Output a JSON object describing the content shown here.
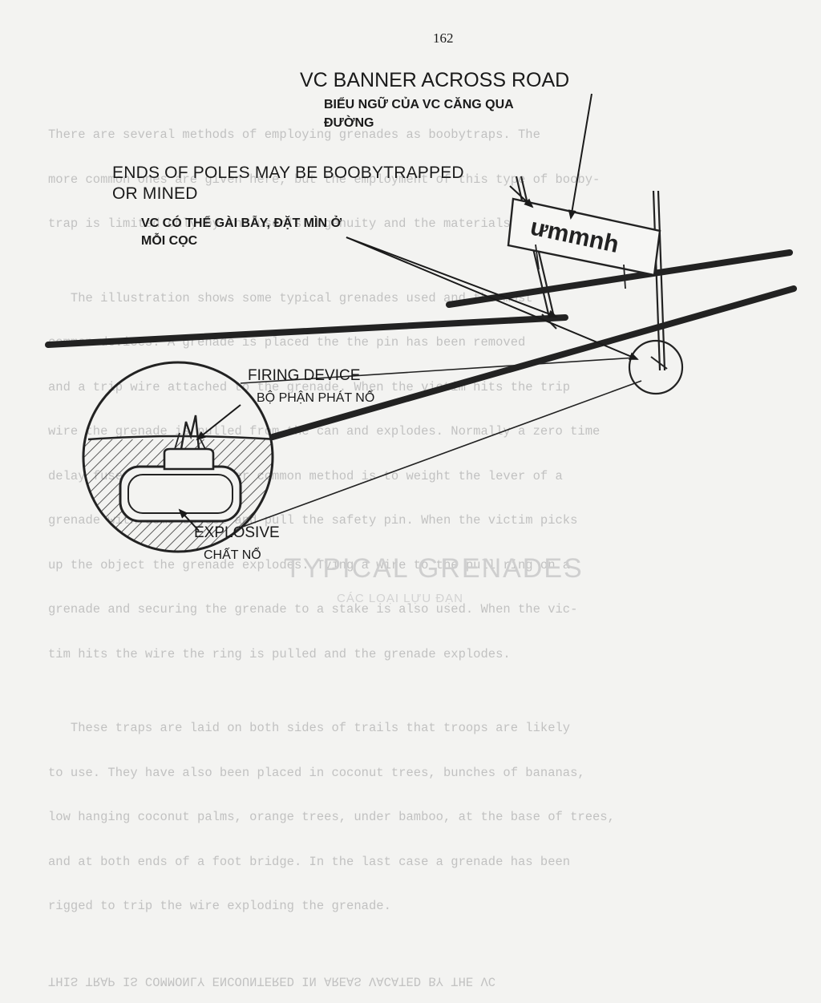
{
  "page": {
    "number": "162"
  },
  "labels": {
    "banner": {
      "en": "VC BANNER ACROSS ROAD",
      "vn_line1": "BIỂU NGỮ CỦA VC CĂNG QUA",
      "vn_line2": "ĐƯỜNG"
    },
    "poles": {
      "en_line1": "ENDS OF POLES MAY BE BOOBYTRAPPED",
      "en_line2": "OR MINED",
      "vn_line1": "VC CÓ THỂ GÀI BẪY, ĐẶT MÌN Ở",
      "vn_line2": "MỖI CỌC"
    },
    "firing": {
      "en": "FIRING DEVICE",
      "vn": "BỘ PHẬN PHÁT NỔ"
    },
    "explosive": {
      "en": "EXPLOSIVE",
      "vn": "CHẤT NỔ"
    }
  },
  "show_through": {
    "lines": [
      "There are several methods of employing grenades as boobytraps. The",
      "more common ones are given here, but the employment of this type of booby-",
      "trap is limited only by the user's ingenuity and the materials at hand.",
      "",
      "   The illustration shows some typical grenades used and the most",
      "common devices. A grenade is placed the the pin has been removed",
      "and a trip wire attached to the grenade. When the victim hits the trip",
      "wire the grenade is pulled from the can and explodes. Normally a zero time",
      "delay fuse is used. Another common method is to weight the lever of a",
      "grenade with some object and pull the safety pin. When the victim picks",
      "up the object the grenade explodes. Tying a wire to the pull ring on a",
      "grenade and securing the grenade to a stake is also used. When the vic-",
      "tim hits the wire the ring is pulled and the grenade explodes.",
      "",
      "   These traps are laid on both sides of trails that troops are likely",
      "to use. They have also been placed in coconut trees, bunches of bananas,",
      "low hanging coconut palms, orange trees, under bamboo, at the base of trees,",
      "and at both ends of a foot bridge. In the last case a grenade has been",
      "rigged to trip the wire exploding the grenade."
    ],
    "mirrored_line": "THIS TRAP IS COMMONLY ENCOUNTERED IN AREAS VACATED BY THE VC",
    "title": "TYPICAL GRENADES",
    "subtitle": "CÁC LOẠI LỰU ĐẠN"
  },
  "banner_scribble": "ưmmnh"
}
